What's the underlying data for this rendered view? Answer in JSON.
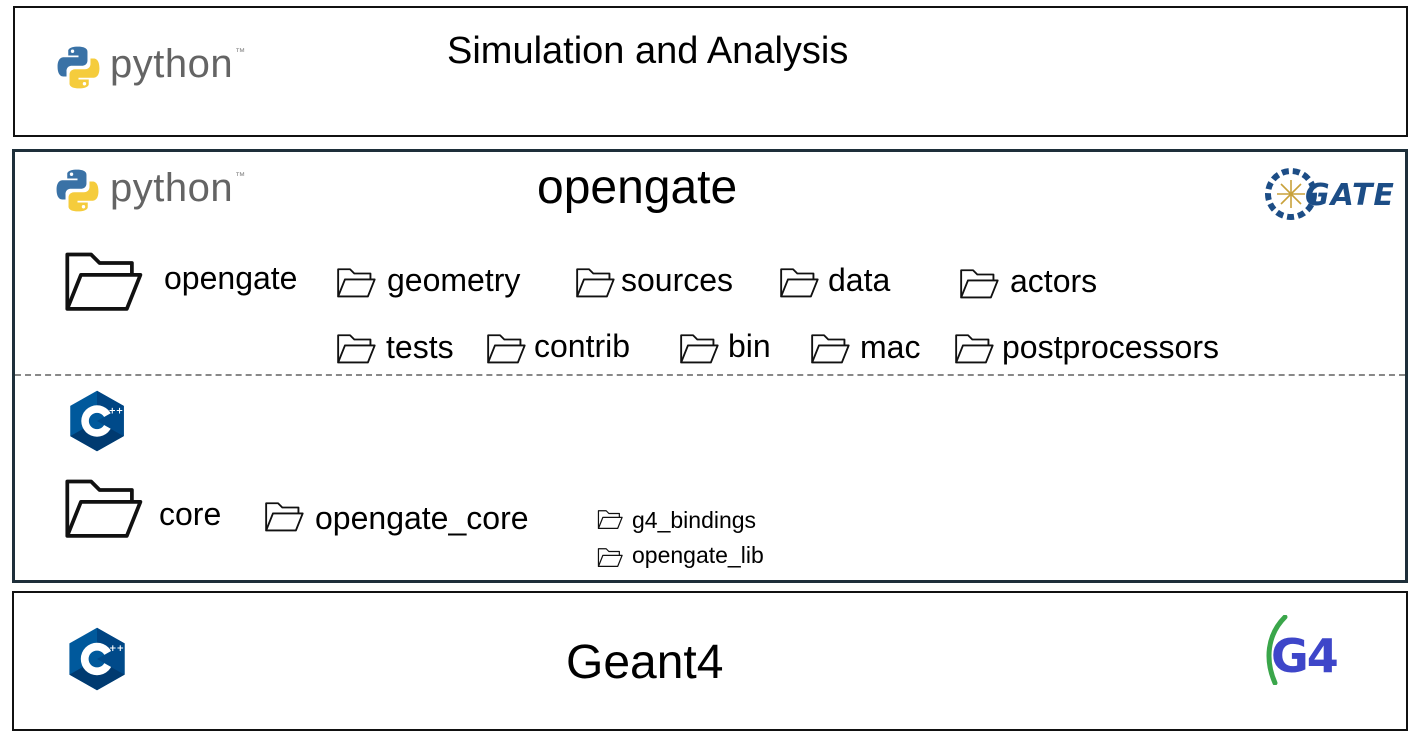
{
  "top": {
    "logo": "python",
    "title": "Simulation and Analysis"
  },
  "middle": {
    "logo": "python",
    "title": "opengate",
    "gate_logo": "GATE",
    "python_folder": "opengate",
    "python_subfolders": [
      "geometry",
      "sources",
      "data",
      "actors",
      "tests",
      "contrib",
      "bin",
      "mac",
      "postprocessors"
    ],
    "cpp_folder": "core",
    "cpp_subfolder": "opengate_core",
    "cpp_subsubfolders": [
      "g4_bindings",
      "opengate_lib"
    ]
  },
  "bottom": {
    "title": "Geant4",
    "g4_logo": "G4"
  },
  "icons": {
    "python": "python-logo-icon",
    "cpp": "cpp-logo-icon",
    "folder": "folder-icon"
  }
}
